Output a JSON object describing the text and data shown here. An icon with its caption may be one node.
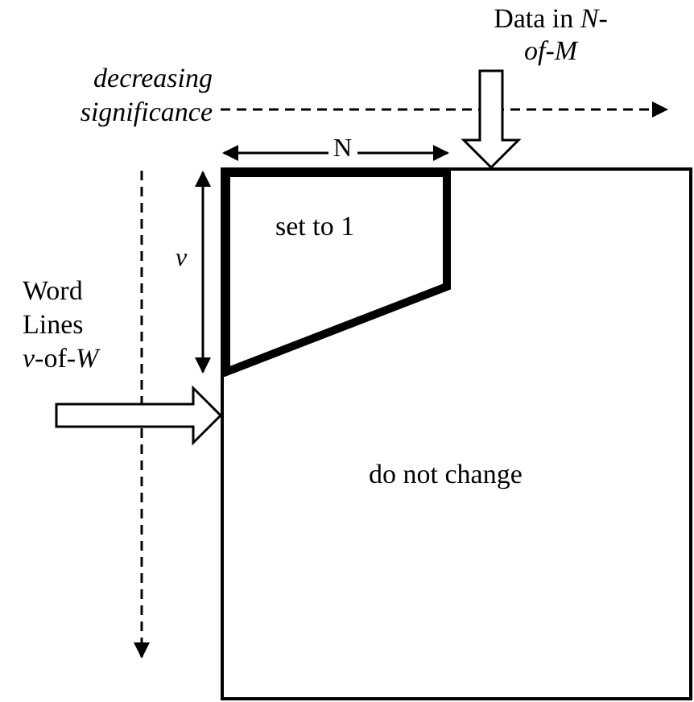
{
  "diagram": {
    "nodes": [
      {
        "text": [
          "do not change"
        ]
      },
      {
        "text": [
          "set to 1"
        ],
        "in": 0
      },
      {
        "text": [
          "Data in *N-of-M*"
        ]
      }
    ],
    "edges": [
      {
        "from": 2,
        "to": 0,
        "arrow": "to"
      },
      {
        "from": null,
        "to": 0,
        "arrow": "to",
        "label": "Word Lines *v*-of-*W*"
      }
    ],
    "labels": [
      "decreasing significance",
      "N",
      "v"
    ]
  }
}
